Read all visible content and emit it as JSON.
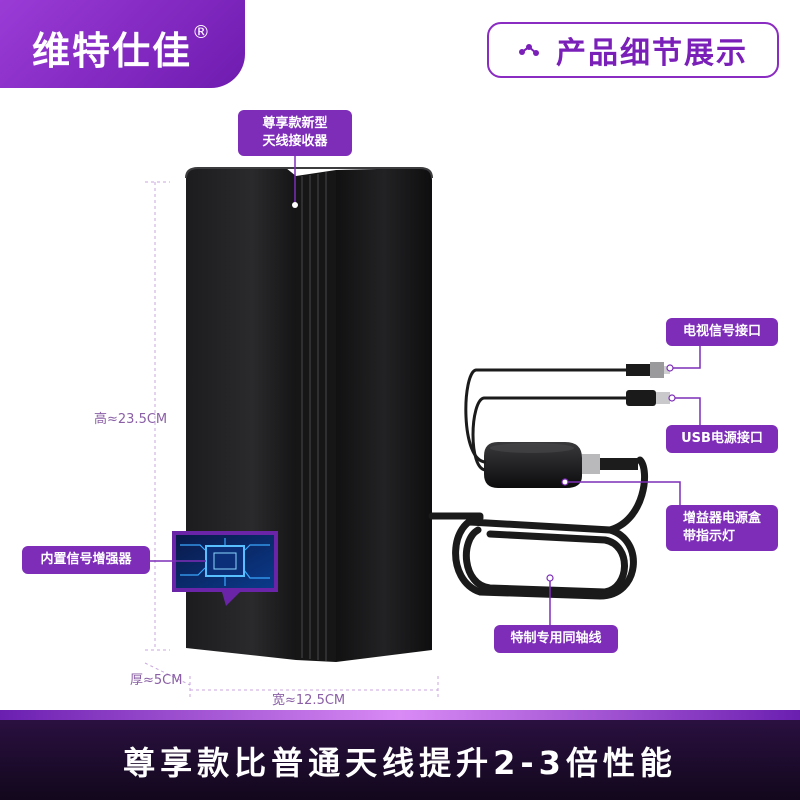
{
  "brand": {
    "name": "维特仕佳",
    "mark": "®"
  },
  "section": {
    "title": "产品细节展示",
    "icon": "share-icon"
  },
  "callouts": {
    "receiver_line1": "尊享款新型",
    "receiver_line2": "天线接收器",
    "tv_port": "电视信号接口",
    "usb_port": "USB电源接口",
    "amp_box_line1": "增益器电源盒",
    "amp_box_line2": "带指示灯",
    "booster": "内置信号增强器",
    "coax": "特制专用同轴线"
  },
  "dimensions": {
    "height": "高≈23.5CM",
    "thickness": "厚≈5CM",
    "width": "宽≈12.5CM"
  },
  "footer": {
    "slogan": "尊享款比普通天线提升2-3倍性能"
  },
  "colors": {
    "accent": "#7d2db8",
    "brand": "#8a2bc2",
    "footer": "#1a0b26"
  }
}
